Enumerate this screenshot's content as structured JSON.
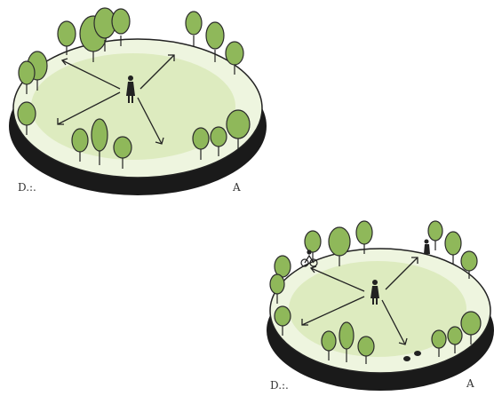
{
  "diagrams": [
    {
      "caption_left": "D.:.",
      "caption_right": "A"
    },
    {
      "caption_left": "D.:.",
      "caption_right": "A"
    }
  ],
  "colors": {
    "tree_fill": "#8fb85a",
    "tree_dark": "#6f9a40",
    "ground_fill": "#d8e8b6",
    "ground_light": "#eef5df",
    "base": "#1a1a1a",
    "stroke": "#222222"
  }
}
